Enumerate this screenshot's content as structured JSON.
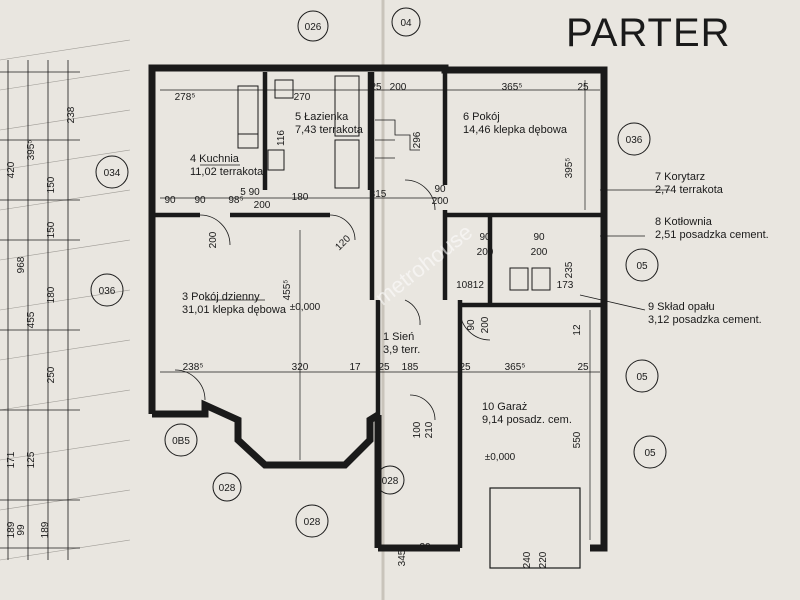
{
  "title": "PARTER",
  "watermark": "metrohouse",
  "rooms": [
    {
      "id": "kuchnia",
      "number": "4",
      "name": "Kuchnia",
      "area": "11,02",
      "floor": "terrakota"
    },
    {
      "id": "lazienka",
      "number": "5",
      "name": "Łazienka",
      "area": "7,43",
      "floor": "terrakota"
    },
    {
      "id": "pokoj6",
      "number": "6",
      "name": "Pokój",
      "area": "14,46",
      "floor": "klepka dębowa"
    },
    {
      "id": "korytarz",
      "number": "7",
      "name": "Korytarz",
      "area": "2,74",
      "floor": "terrakota"
    },
    {
      "id": "kotlownia",
      "number": "8",
      "name": "Kotłownia",
      "area": "2,51",
      "floor": "posadzka cement."
    },
    {
      "id": "pokoj-dzienny",
      "number": "3",
      "name": "Pokój dzienny",
      "area": "31,01",
      "floor": "klepka dębowa"
    },
    {
      "id": "sklad-opalu",
      "number": "9",
      "name": "Skład opału",
      "area": "3,12",
      "floor": "posadzka cement."
    },
    {
      "id": "sien",
      "number": "1",
      "name": "Sień",
      "area": "3,9",
      "floor": "terr."
    },
    {
      "id": "garaz",
      "number": "10",
      "name": "Garaż",
      "area": "9,14",
      "floor": "posadz. cem."
    }
  ],
  "symbols": {
    "o26": "026",
    "o4": "04",
    "o36a": "036",
    "o34": "034",
    "o36b": "036",
    "o5a": "05",
    "o5b": "05",
    "o5c": "05",
    "ob5": "0B5",
    "o28a": "028",
    "o28b": "028",
    "o28c": "028"
  },
  "dims": {
    "d278": "278⁵",
    "d270": "270",
    "d25a": "25",
    "d200a": "200",
    "d365a": "365⁵",
    "d25b": "25",
    "d116": "116",
    "d296": "296",
    "d395a": "395⁵",
    "d315": "315",
    "d90a": "90",
    "d90b": "90",
    "d98": "98⁵",
    "d590": "5 90",
    "d200b": "200",
    "d180": "180",
    "d90c": "90",
    "d200c": "200",
    "d120": "120",
    "d200d": "200",
    "d90d": "90",
    "d200e": "200",
    "d90e": "90",
    "d200f": "200",
    "d235": "235",
    "d455": "455⁵",
    "d10812": "10812",
    "d173": "173",
    "d90f": "90",
    "d200g": "200",
    "d12": "12",
    "d238": "238⁵",
    "d320": "320",
    "d17": "17",
    "d25c": "25",
    "d185": "185",
    "d25d": "25",
    "d365b": "365⁵",
    "d25e": "25",
    "d550": "550",
    "d100": "100",
    "d210": "210",
    "d0000a": "±0,000",
    "d0000b": "±0,000",
    "d240": "240",
    "d220": "220",
    "d345": "345",
    "d30": "30",
    "l420": "420",
    "l395": "395⁵",
    "l238": "238",
    "l150a": "150",
    "l150b": "150",
    "l968": "968",
    "l455": "455",
    "l180": "180",
    "l250": "250",
    "l171": "171",
    "l125": "125",
    "l189a": "189",
    "l99": "99",
    "l189b": "189"
  },
  "colors": {
    "paper": "#e9e6e0",
    "ink": "#1a1a1a"
  }
}
